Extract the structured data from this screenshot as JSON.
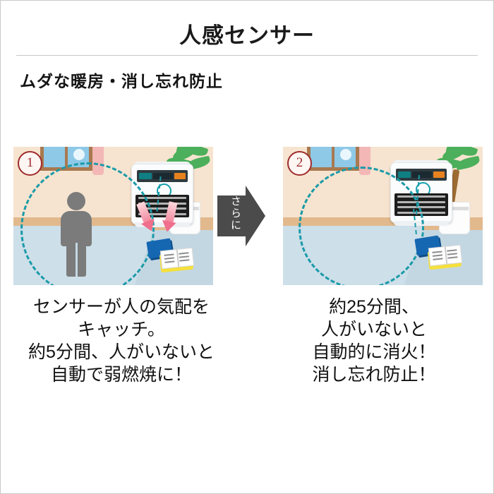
{
  "header": {
    "title": "人感センサー",
    "subtitle": "ムダな暖房・消し忘れ防止"
  },
  "middle": {
    "arrow_label": "さらに",
    "arrow_color": "#4b4b4b"
  },
  "panels": [
    {
      "badge": "1",
      "caption": "センサーが人の気配を\nキャッチ。\n約5分間、人がいないと\n自動で弱燃焼に！",
      "person_present": true,
      "airflow_visible": true,
      "heater_state": "運転中"
    },
    {
      "badge": "2",
      "caption": "約25分間、\n人がいないと\n自動的に消火！\n消し忘れ防止！",
      "person_present": false,
      "airflow_visible": false,
      "heater_state": "消火"
    }
  ],
  "colors": {
    "sensor_circle": "#1a9aa8",
    "badge": "#9e2b2b",
    "wall": "#f6e4d0",
    "floor": "#e2b98d",
    "rug": "#c3d7e2",
    "airflow": "#ef6f8c",
    "plant": "#4caf5b",
    "book_blue": "#1667b2",
    "book_yellow": "#f5e03c",
    "person": "#7b7b7b",
    "frame": "#c9c9c9"
  }
}
